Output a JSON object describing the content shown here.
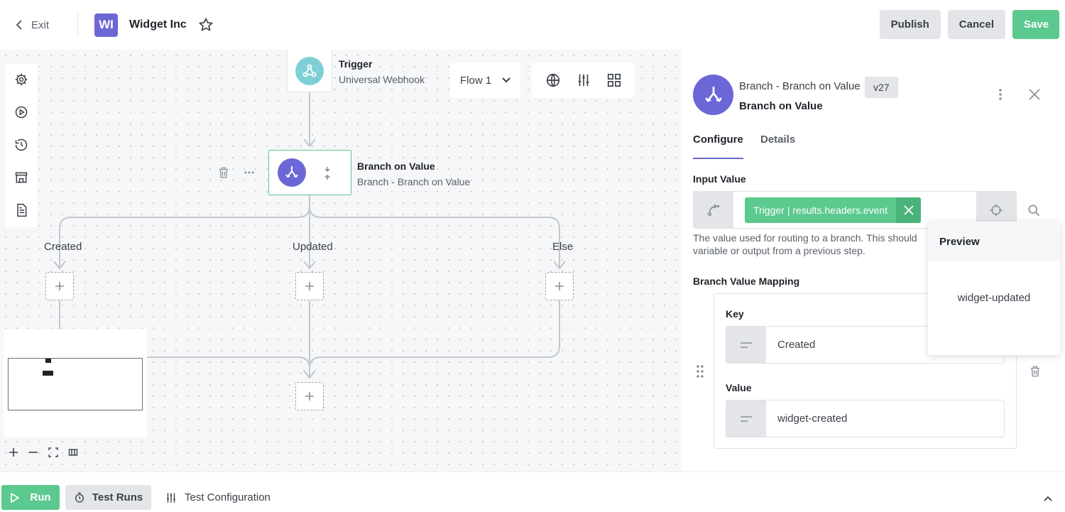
{
  "header": {
    "exit_label": "Exit",
    "avatar_initials": "WI",
    "app_name": "Widget Inc",
    "publish_label": "Publish",
    "cancel_label": "Cancel",
    "save_label": "Save"
  },
  "canvas": {
    "trigger": {
      "title": "Trigger",
      "subtitle": "Universal Webhook"
    },
    "flow_select": "Flow 1",
    "branch_node": {
      "title": "Branch on Value",
      "subtitle": "Branch - Branch on Value"
    },
    "branches": [
      "Created",
      "Updated",
      "Else"
    ]
  },
  "panel": {
    "title": "Branch - Branch on Value",
    "version": "v27",
    "subtitle": "Branch on Value",
    "tabs": {
      "configure": "Configure",
      "details": "Details"
    },
    "input_value_label": "Input Value",
    "chip_text": "Trigger | results.headers.event",
    "help_line1": "The value used for routing to a branch. This should",
    "help_line2": "variable or output from a previous step.",
    "mapping_label": "Branch Value Mapping",
    "key_label": "Key",
    "key_value": "Created",
    "value_label": "Value",
    "value_value": "widget-created"
  },
  "preview": {
    "title": "Preview",
    "value": "widget-updated"
  },
  "footer": {
    "run_label": "Run",
    "test_runs_label": "Test Runs",
    "test_config_label": "Test Configuration"
  },
  "colors": {
    "accent": "#6b67d6",
    "green": "#5cc98e",
    "teal": "#7fd0d6"
  }
}
